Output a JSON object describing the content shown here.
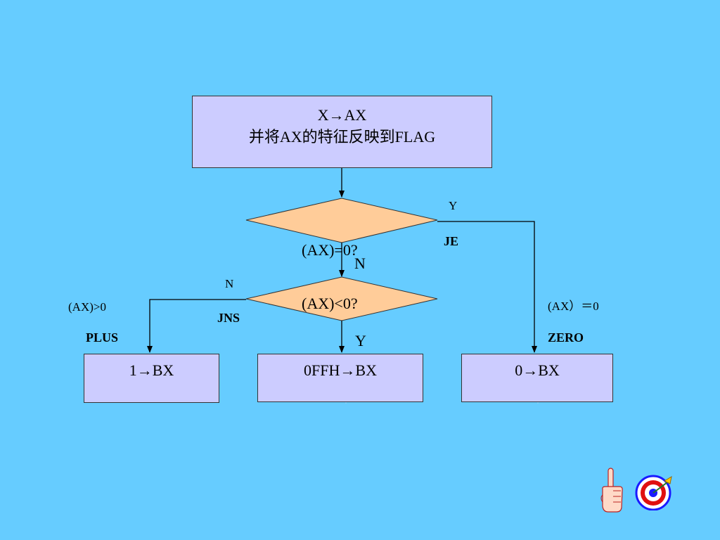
{
  "start_box": {
    "line1": "X→AX",
    "line2": "并将AX的特征反映到FLAG"
  },
  "decision1": {
    "text": "(AX)=0?",
    "yes": "Y",
    "no": "N",
    "jump": "JE"
  },
  "decision2": {
    "text": "(AX)<0?",
    "yes": "Y",
    "no": "N",
    "jump": "JNS"
  },
  "branch_left": {
    "condition": "(AX)>0",
    "tag": "PLUS",
    "action": "1→BX"
  },
  "branch_mid": {
    "action": "0FFH→BX"
  },
  "branch_right": {
    "condition": "(AX）＝0",
    "tag": "ZERO",
    "action": "0→BX"
  },
  "nav": {
    "pointer_icon": "pointing-hand-icon",
    "target_icon": "target-icon"
  },
  "colors": {
    "background": "#66ccff",
    "box": "#ccccff",
    "diamond": "#ffcc99"
  }
}
